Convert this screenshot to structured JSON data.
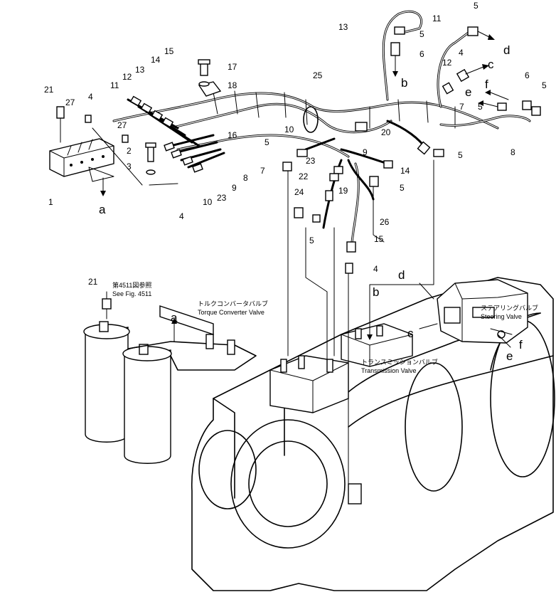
{
  "callouts": [
    {
      "id": "c21",
      "text": "21"
    },
    {
      "id": "c27a",
      "text": "27"
    },
    {
      "id": "c4a",
      "text": "4"
    },
    {
      "id": "c11a",
      "text": "11"
    },
    {
      "id": "c12a",
      "text": "12"
    },
    {
      "id": "c13a",
      "text": "13"
    },
    {
      "id": "c14a",
      "text": "14"
    },
    {
      "id": "c15a",
      "text": "15"
    },
    {
      "id": "c17",
      "text": "17"
    },
    {
      "id": "c18",
      "text": "18"
    },
    {
      "id": "c16",
      "text": "16"
    },
    {
      "id": "c27b",
      "text": "27"
    },
    {
      "id": "c2",
      "text": "2"
    },
    {
      "id": "c3",
      "text": "3"
    },
    {
      "id": "c1",
      "text": "1"
    },
    {
      "id": "c7a",
      "text": "7"
    },
    {
      "id": "c8a",
      "text": "8"
    },
    {
      "id": "c9a",
      "text": "9"
    },
    {
      "id": "c23a",
      "text": "23"
    },
    {
      "id": "c10a",
      "text": "10"
    },
    {
      "id": "c4b",
      "text": "4"
    },
    {
      "id": "c13b",
      "text": "13"
    },
    {
      "id": "c5a",
      "text": "5"
    },
    {
      "id": "c6a",
      "text": "6"
    },
    {
      "id": "c25",
      "text": "25"
    },
    {
      "id": "c20",
      "text": "20"
    },
    {
      "id": "c10b",
      "text": "10"
    },
    {
      "id": "c5b",
      "text": "5"
    },
    {
      "id": "c23b",
      "text": "23"
    },
    {
      "id": "c22",
      "text": "22"
    },
    {
      "id": "c24",
      "text": "24"
    },
    {
      "id": "c19",
      "text": "19"
    },
    {
      "id": "c9b",
      "text": "9"
    },
    {
      "id": "c14b",
      "text": "14"
    },
    {
      "id": "c5c",
      "text": "5"
    },
    {
      "id": "c26",
      "text": "26"
    },
    {
      "id": "c5d",
      "text": "5"
    },
    {
      "id": "c15b",
      "text": "15"
    },
    {
      "id": "c4c",
      "text": "4"
    },
    {
      "id": "c5e",
      "text": "5"
    },
    {
      "id": "c11b",
      "text": "11"
    },
    {
      "id": "c4d",
      "text": "4"
    },
    {
      "id": "c12b",
      "text": "12"
    },
    {
      "id": "c6b",
      "text": "6"
    },
    {
      "id": "c5f",
      "text": "5"
    },
    {
      "id": "c7b",
      "text": "7"
    },
    {
      "id": "c5g",
      "text": "5"
    },
    {
      "id": "c8b",
      "text": "8"
    },
    {
      "id": "c5h",
      "text": "5"
    },
    {
      "id": "c21b",
      "text": "21"
    }
  ],
  "letters": [
    {
      "id": "la1",
      "text": "a"
    },
    {
      "id": "lb1",
      "text": "b"
    },
    {
      "id": "ld1",
      "text": "d"
    },
    {
      "id": "lc1",
      "text": "c"
    },
    {
      "id": "le1",
      "text": "e"
    },
    {
      "id": "lf1",
      "text": "f"
    },
    {
      "id": "la2",
      "text": "a"
    },
    {
      "id": "lb2",
      "text": "b"
    },
    {
      "id": "ld2",
      "text": "d"
    },
    {
      "id": "lc2",
      "text": "c"
    },
    {
      "id": "le2",
      "text": "e"
    },
    {
      "id": "lf2",
      "text": "f"
    }
  ],
  "captions": {
    "fig_ref_jp": "第4511図参照",
    "fig_ref_en": "See Fig. 4511",
    "torque_jp": "トルクコンバータバルブ",
    "torque_en": "Torque Converter Valve",
    "trans_jp": "トランスミッションバルブ",
    "trans_en": "Transmission Valve",
    "steer_jp": "ステアリングバルブ",
    "steer_en": "Steering Valve"
  }
}
